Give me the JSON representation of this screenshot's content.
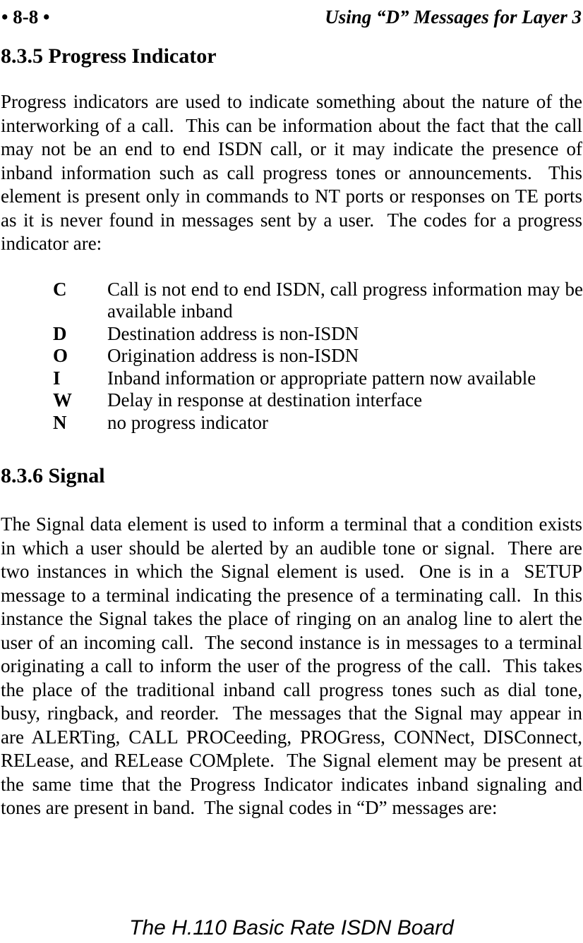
{
  "header": {
    "page_marker": "• 8-8 •",
    "chapter_title": "Using “D” Messages for Layer 3"
  },
  "section_progress": {
    "heading": "8.3.5 Progress Indicator",
    "lines": [
      "Progress indicators are used to indicate something about the nature of the",
      "interworking of a call.  This can be information about the fact that the call",
      "may not be an end to end ISDN call, or it may indicate the presence of",
      "inband information such as call progress tones or announcements.  This",
      "element is present only in commands to NT ports or responses on TE ports",
      "as it is never found in messages sent by a user.  The codes for a progress",
      "indicator are:"
    ],
    "codes": [
      {
        "letter": "C",
        "line1": "Call is not end to end ISDN, call progress information may be",
        "line2": "available inband"
      },
      {
        "letter": "D",
        "line1": "Destination address is non-ISDN"
      },
      {
        "letter": "O",
        "line1": "Origination address is non-ISDN"
      },
      {
        "letter": "I",
        "line1": "Inband information or appropriate pattern now available"
      },
      {
        "letter": "W",
        "line1": "Delay in response at destination interface"
      },
      {
        "letter": "N",
        "line1": "no progress indicator"
      }
    ]
  },
  "section_signal": {
    "heading": "8.3.6 Signal",
    "lines": [
      "The Signal data element is used to inform a terminal that a condition exists",
      "in which a user should be alerted by an audible tone or signal.  There are",
      "two instances in which the Signal element is used.  One is in a  SETUP",
      "message to a terminal indicating the presence of a terminating call.  In this",
      "instance the Signal takes the place of ringing on an analog line to alert the",
      "user of an incoming call.  The second instance is in messages to a terminal",
      "originating a call to inform the user of the progress of the call.  This takes",
      "the place of the traditional inband call progress tones such as dial tone,",
      "busy, ringback, and reorder.  The messages that the Signal may appear in",
      "are ALERTing, CALL PROCeeding, PROGress, CONNect, DISConnect,",
      "RELease, and RELease COMplete.  The Signal element may be present at",
      "the same time that the Progress Indicator indicates inband signaling and",
      "tones are present in band.  The signal codes in “D” messages are:"
    ]
  },
  "footer": {
    "title": "The H.110 Basic Rate ISDN Board"
  }
}
